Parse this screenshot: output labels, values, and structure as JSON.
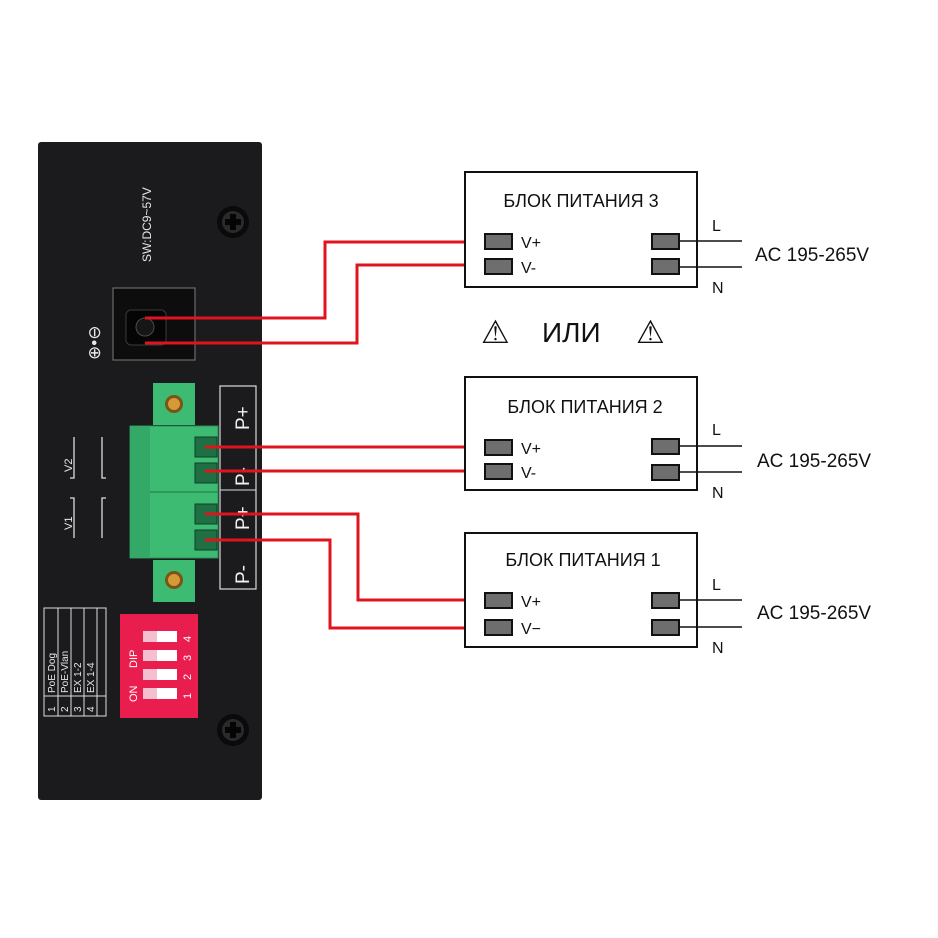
{
  "device": {
    "sw_label": "SW:DC9~57V",
    "barrel_symbol": "⊕•⊖",
    "terminal_labels": [
      "P+",
      "P-",
      "P+",
      "P-"
    ],
    "v1_label": "V1",
    "v2_label": "V2",
    "dip": {
      "legend": [
        {
          "num": "1",
          "text": "PoE Dog"
        },
        {
          "num": "2",
          "text": "PoE-Vlan"
        },
        {
          "num": "3",
          "text": "EX 1-2"
        },
        {
          "num": "4",
          "text": "EX 1-4"
        }
      ],
      "header_dip": "DIP",
      "header_on": "ON",
      "switch_numbers": [
        "1",
        "2",
        "3",
        "4"
      ]
    }
  },
  "or_label": "ИЛИ",
  "warning_icon": "⚠",
  "psus": [
    {
      "title": "БЛОК ПИТАНИЯ 3",
      "vplus": "V+",
      "vminus": "V-",
      "L": "L",
      "N": "N",
      "ac": "AC 195-265V"
    },
    {
      "title": "БЛОК ПИТАНИЯ 2",
      "vplus": "V+",
      "vminus": "V-",
      "L": "L",
      "N": "N",
      "ac": "AC 195-265V"
    },
    {
      "title": "БЛОК ПИТАНИЯ 1",
      "vplus": "V+",
      "vminus": "V−",
      "L": "L",
      "N": "N",
      "ac": "AC 195-265V"
    }
  ],
  "colors": {
    "wire": "#e0141e",
    "panel": "#1b1b1d",
    "terminal": "#3dbb73",
    "dip": "#ea1d4f",
    "screw": "#c98f2e"
  }
}
